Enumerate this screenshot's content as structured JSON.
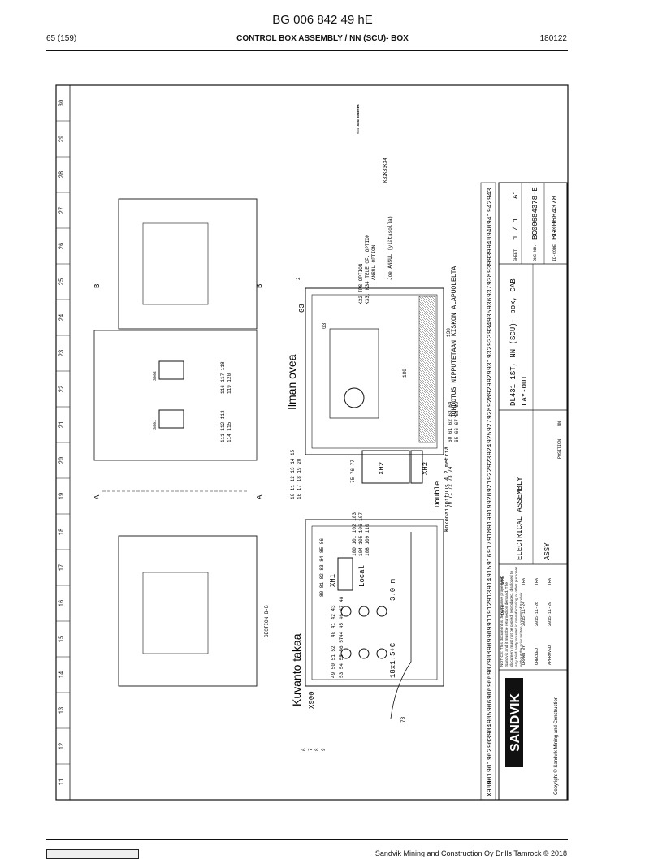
{
  "header": {
    "doc_id": "BG 006 842 49 hE",
    "page": "65 (159)",
    "title": "CONTROL BOX ASSEMBLY / NN (SCU)- BOX",
    "code": "180122"
  },
  "footer": {
    "text": "Sandvik Mining and Construction Oy Drills Tamrock © 2018"
  },
  "ruler": {
    "numbers": [
      "11",
      "12",
      "13",
      "14",
      "15",
      "16",
      "17",
      "18",
      "19",
      "20",
      "21",
      "22",
      "23",
      "24",
      "25",
      "26",
      "27",
      "28",
      "29",
      "30"
    ]
  },
  "labels": {
    "kuvanto_takaa": "Kuvanto takaa",
    "ilman_ovea": "Ilman ovea",
    "section_bb": "SECTION B-B",
    "x900": "X900",
    "xh1": "XH1",
    "local": "Local",
    "xh2": "XH2",
    "xh2_b": "XH2",
    "double": "Double",
    "cable": "18x1.5+C",
    "length": "3.0 m",
    "kokonaispituus": "Kokonaispituus 4.2 metriä",
    "g3": "G3",
    "g3_b": "G3",
    "johdotus": "JOHDOTUS NIPPUTETAAN KISKON ALAPUOLELTA",
    "note_k32": "K32 FPS OPTION",
    "note_k33": "K33, K34 TELE CF. OPTION",
    "note_ansul": "ANSUL OPTION",
    "note_joe": "Joe ANSUL (ylätasolla)",
    "k34": "K34",
    "k33": "K33",
    "k32": "K32",
    "k34_small": "K34 Ansul aktiv",
    "k33_small": "K33 Tele cf",
    "k32_small": "K32 FPS",
    "section_a": "A",
    "section_a2": "A",
    "section_b": "B",
    "section_b2": "B",
    "s901": "S901",
    "s902": "S902"
  },
  "balloons": {
    "b1": "6",
    "b2": "7",
    "b3": "8",
    "b4": "9",
    "b5": "73",
    "b6": "2",
    "b7": "138",
    "b8": "180",
    "r1": "49 50 51 52",
    "r2": "53 54 55 56 57",
    "r3": "40 41 42 43",
    "r4": "44 45 46 47 48",
    "r5": "80 81 82 83 84 85 86",
    "r6": "100 101 102 103",
    "r7": "104 105 106 107",
    "r8": "108 109 110",
    "r9": "10 11 12 13 14 15",
    "r10": "16 17 18 19 20",
    "r11": "111 112 113",
    "r12": "114 115",
    "r13": "116 117 118",
    "r14": "119 120",
    "r15": "75 76 77",
    "r16": "70 71 72 73 74",
    "r17": "60 61 62 63 64",
    "r18": "65 66 67 68 69"
  },
  "terminals": [
    "X900",
    "901",
    "901",
    "902",
    "903",
    "904",
    "905",
    "906",
    "906",
    "906",
    "907",
    "908",
    "909",
    "909",
    "911",
    "912",
    "913",
    "914",
    "915",
    "916",
    "917",
    "918",
    "919",
    "919",
    "920",
    "921",
    "922",
    "923",
    "924",
    "925",
    "927",
    "928",
    "928",
    "929",
    "929",
    "931",
    "932",
    "933",
    "934",
    "935",
    "936",
    "937",
    "938",
    "939",
    "939",
    "940",
    "940",
    "941",
    "942",
    "943"
  ],
  "title_block": {
    "company": "SANDVIK",
    "copyright": "Copyright © Sandvik Mining and Construction",
    "notice": "NOTICE: This document is the exclusive property of Sandvik and it must be returned on demand. The document must not be copied, reproduced, disclosed to any third party or used in manufacturing or other purposes without the prior written consent of Sandvik.",
    "rows": [
      {
        "label": "DRAWN BY",
        "date": "2015-11-24",
        "name": "TRA"
      },
      {
        "label": "CHECKED",
        "date": "2015-11-26",
        "name": "TRA"
      },
      {
        "label": "APPROVED",
        "date": "2015-11-29",
        "name": "TRA"
      }
    ],
    "col_date": "DATE",
    "col_name": "NAME",
    "type": "ELECTRICAL ASSEMBLY",
    "assy": "ASSY",
    "position": "POSITION",
    "position_val": "NN",
    "desc1": "DL431 1ST, NN (SCU)- box, CAB",
    "desc2": "LAY-OUT",
    "sheet_label": "SHEET",
    "sheet": "1 / 1",
    "size": "A1",
    "dwg_label": "DWG NR.",
    "dwg": "BG00684378-E",
    "id_label": "ID-CODE",
    "id": "BG00684378"
  }
}
